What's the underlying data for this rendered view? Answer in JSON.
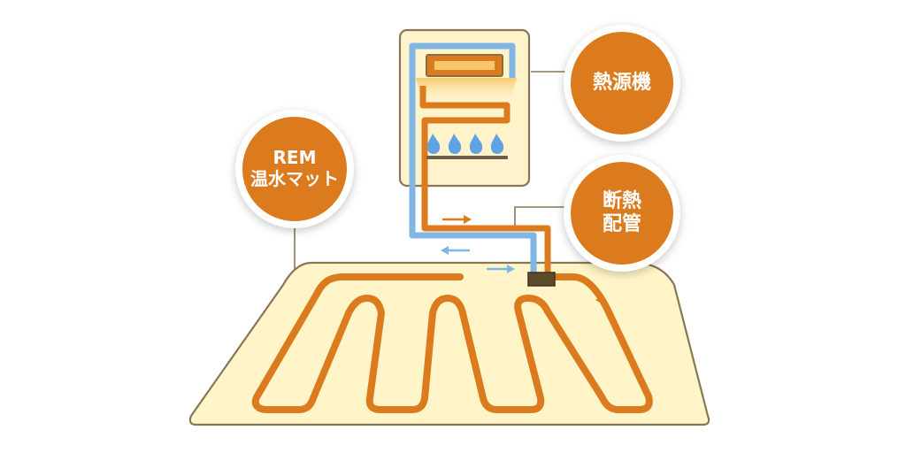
{
  "labels": {
    "mat": {
      "line1": "REM",
      "line2": "温水マット"
    },
    "heat_source": {
      "line1": "熱源機"
    },
    "insulated_pipe": {
      "line1": "断熱",
      "line2": "配管"
    }
  },
  "colors": {
    "orange": "#dc7b1e",
    "blue": "#7fb6e6",
    "mat_fill": "#fff5c8",
    "heater_fill": "#fff3cc",
    "outline": "#8a7654"
  },
  "icons": [
    "flame-icon",
    "arrow-right-icon",
    "arrow-left-icon",
    "arrow-down-right-icon"
  ]
}
